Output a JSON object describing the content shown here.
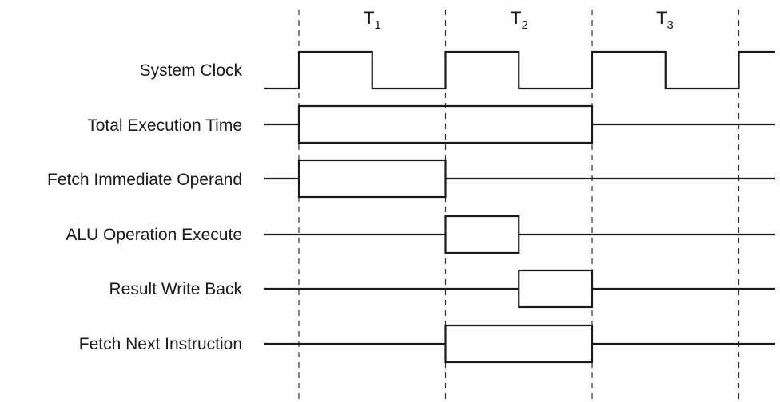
{
  "phases": [
    {
      "letter": "T",
      "sub": "1"
    },
    {
      "letter": "T",
      "sub": "2"
    },
    {
      "letter": "T",
      "sub": "3"
    }
  ],
  "rows": [
    {
      "name": "row-system-clock",
      "label": "System Clock",
      "kind": "clock",
      "pulses": [
        [
          0,
          0.5
        ],
        [
          1,
          1.5
        ],
        [
          2,
          2.5
        ],
        [
          3,
          3.3
        ]
      ]
    },
    {
      "name": "row-total-execution-time",
      "label": "Total Execution Time",
      "kind": "box",
      "pulses": [
        [
          0,
          2
        ]
      ]
    },
    {
      "name": "row-fetch-immediate-operand",
      "label": "Fetch Immediate Operand",
      "kind": "box",
      "pulses": [
        [
          0,
          1
        ]
      ]
    },
    {
      "name": "row-alu-operation-execute",
      "label": "ALU Operation Execute",
      "kind": "box",
      "pulses": [
        [
          1,
          1.5
        ]
      ]
    },
    {
      "name": "row-result-write-back",
      "label": "Result Write Back",
      "kind": "box",
      "pulses": [
        [
          1.5,
          2
        ]
      ]
    },
    {
      "name": "row-fetch-next-instruction",
      "label": "Fetch Next Instruction",
      "kind": "box",
      "pulses": [
        [
          1,
          2
        ]
      ]
    }
  ]
}
